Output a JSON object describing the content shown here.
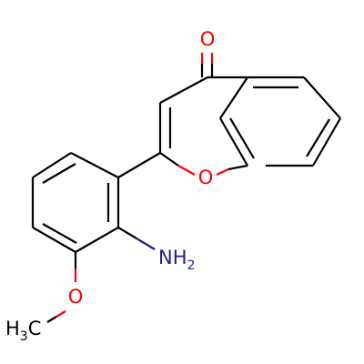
{
  "molecule": {
    "atoms": {
      "carbonyl_oxygen": "O",
      "ring_oxygen": "O",
      "methoxy_oxygen": "O",
      "amine": {
        "main": "NH",
        "sub": "2"
      },
      "methyl": {
        "main": "H",
        "sub": "3",
        "tail": "C"
      }
    },
    "colors": {
      "carbon_bond": "#000000",
      "oxygen": "#ff0000",
      "nitrogen": "#1f1f8f",
      "carbon_label": "#000000"
    }
  }
}
